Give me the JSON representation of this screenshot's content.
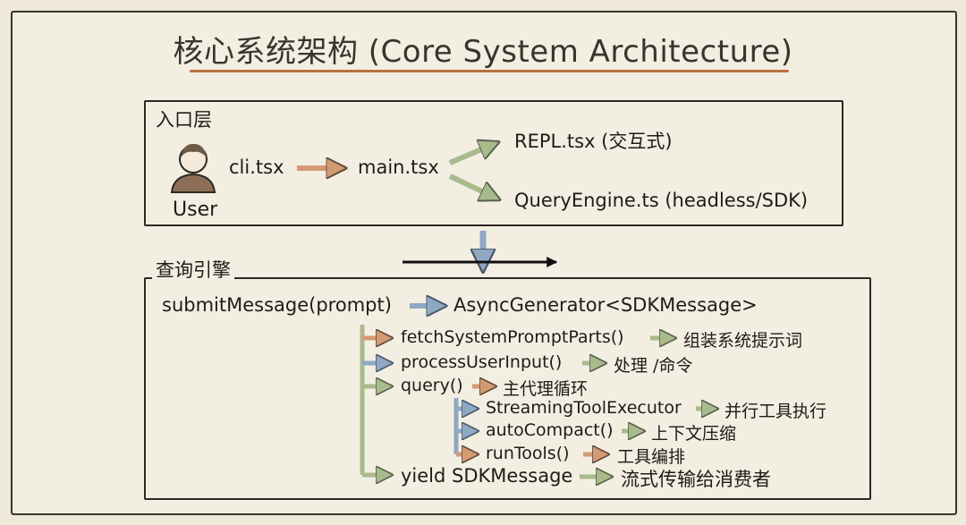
{
  "title": "核心系统架构 (Core System Architecture)",
  "entry_layer": {
    "label": "入口层",
    "user_label": "User",
    "cli": "cli.tsx",
    "main": "main.tsx",
    "repl": "REPL.tsx (交互式)",
    "query_engine": "QueryEngine.ts (headless/SDK)"
  },
  "query_engine": {
    "label": "查询引擎",
    "submit": "submitMessage(prompt)",
    "generator": "AsyncGenerator<SDKMessage>",
    "steps": [
      {
        "name": "fetchSystemPromptParts()",
        "desc": "组装系统提示词"
      },
      {
        "name": "processUserInput()",
        "desc": "处理 /命令"
      },
      {
        "name": "query()",
        "desc": "主代理循环"
      },
      {
        "name": "yield SDKMessage",
        "desc": "流式传输给消费者"
      }
    ],
    "query_substeps": [
      {
        "name": "StreamingToolExecutor",
        "desc": "并行工具执行"
      },
      {
        "name": "autoCompact()",
        "desc": "上下文压缩"
      },
      {
        "name": "runTools()",
        "desc": "工具编排"
      }
    ]
  },
  "colors": {
    "orange_arrow": "#d59a73",
    "green_arrow": "#a9ba8c",
    "blue_arrow": "#8fa8c4",
    "title_underline": "#b8723e"
  }
}
